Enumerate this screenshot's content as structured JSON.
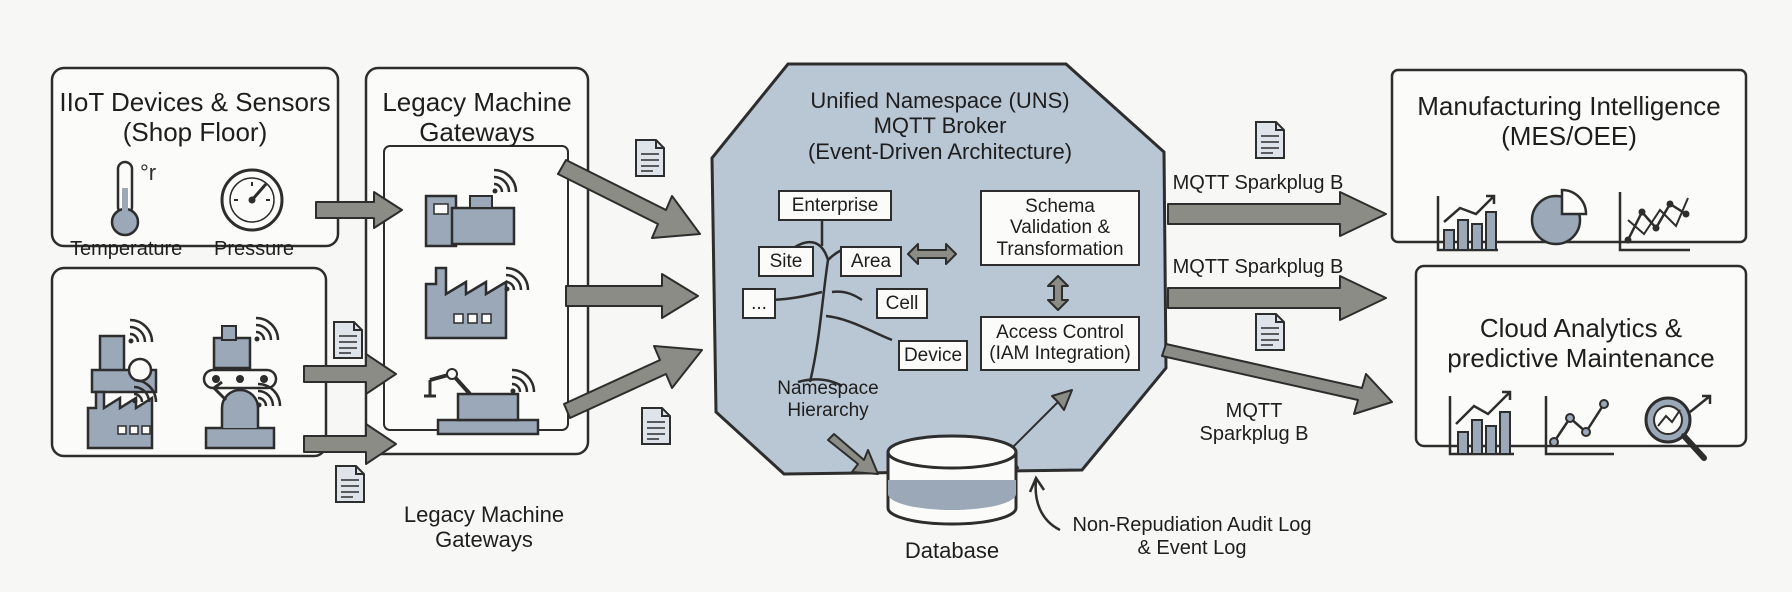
{
  "sections": {
    "iiot": {
      "title_line1": "IIoT Devices & Sensors",
      "title_line2": "(Shop Floor)",
      "sensor1": "Temperature",
      "sensor2": "Pressure"
    },
    "legacy_top": {
      "title_line1": "Legacy Machine",
      "title_line2": "Gateways"
    },
    "legacy_bottom": {
      "title_line1": "Legacy Machine",
      "title_line2": "Gateways"
    },
    "uns": {
      "title_line1": "Unified Namespace (UNS)",
      "title_line2": "MQTT Broker",
      "title_line3": "(Event-Driven Architecture)",
      "nodes": [
        "Enterprise",
        "Site",
        "Area",
        "Cell",
        "...",
        "Device"
      ],
      "hierarchy_line1": "Namespace",
      "hierarchy_line2": "Hierarchy",
      "schema_line1": "Schema",
      "schema_line2": "Validation &",
      "schema_line3": "Transformation",
      "access_line1": "Access Control",
      "access_line2": "(IAM Integration)",
      "database": "Database",
      "audit_line1": "Non-Repudiation Audit Log",
      "audit_line2": "& Event Log"
    },
    "protocol": {
      "arrow1": "MQTT Sparkplug B",
      "arrow2": "MQTT Sparkplug B",
      "arrow3_line1": "MQTT",
      "arrow3_line2": "Sparkplug B"
    },
    "mes": {
      "title_line1": "Manufacturing Intelligence",
      "title_line2": "(MES/OEE)"
    },
    "cloud": {
      "title_line1": "Cloud Analytics &",
      "title_line2": "predictive Maintenance"
    }
  },
  "colors": {
    "ink": "#2d2d2d",
    "uns_fill": "#b9c6d4",
    "icon_fill": "#9aa8b8",
    "arrow_fill": "#8c8c86"
  },
  "icons": [
    "thermometer-icon",
    "gauge-icon",
    "machine-icon",
    "factory-icon",
    "robot-arm-icon",
    "conveyor-icon",
    "document-icon",
    "database-icon",
    "bar-chart-icon",
    "pie-chart-icon",
    "line-chart-icon",
    "magnifier-chart-icon",
    "wifi-icon"
  ]
}
